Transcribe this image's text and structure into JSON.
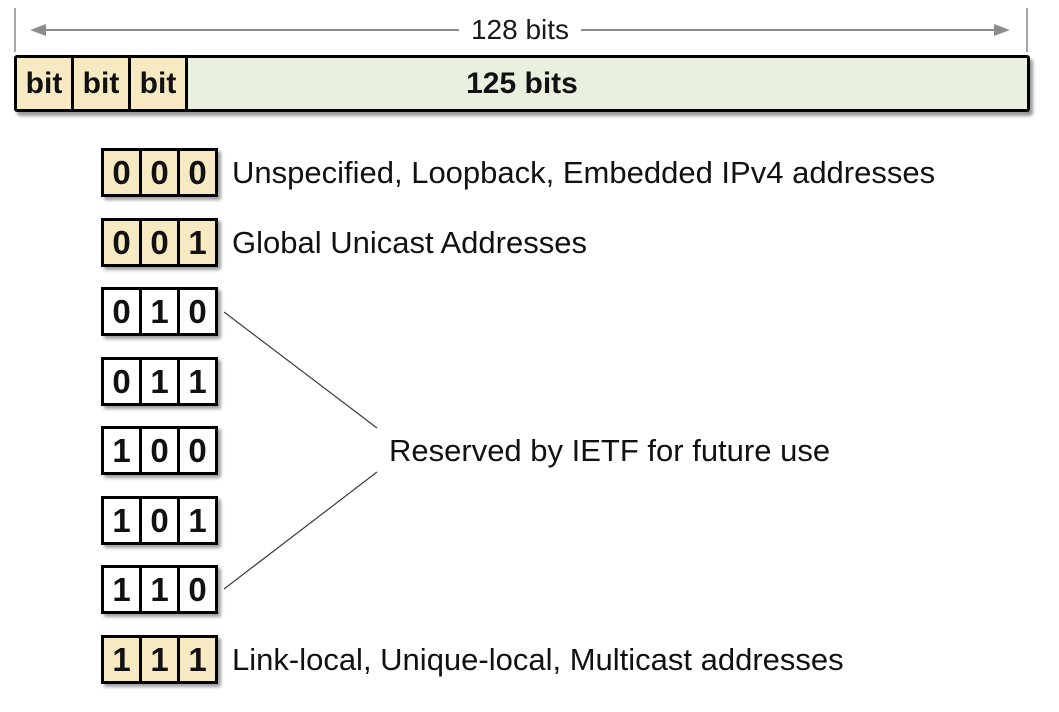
{
  "measure": {
    "label": "128 bits"
  },
  "header_bar": {
    "bit_cells": [
      "bit",
      "bit",
      "bit"
    ],
    "body_label": "125 bits"
  },
  "rows": [
    {
      "bits": [
        "0",
        "0",
        "0"
      ],
      "label": "Unspecified, Loopback, Embedded IPv4 addresses",
      "highlight": true
    },
    {
      "bits": [
        "0",
        "0",
        "1"
      ],
      "label": "Global Unicast Addresses",
      "highlight": true
    },
    {
      "bits": [
        "0",
        "1",
        "0"
      ],
      "label": "",
      "highlight": false
    },
    {
      "bits": [
        "0",
        "1",
        "1"
      ],
      "label": "",
      "highlight": false
    },
    {
      "bits": [
        "1",
        "0",
        "0"
      ],
      "label": "",
      "highlight": false
    },
    {
      "bits": [
        "1",
        "0",
        "1"
      ],
      "label": "",
      "highlight": false
    },
    {
      "bits": [
        "1",
        "1",
        "0"
      ],
      "label": "",
      "highlight": false
    },
    {
      "bits": [
        "1",
        "1",
        "1"
      ],
      "label": "Link-local, Unique-local, Multicast addresses",
      "highlight": true
    }
  ],
  "reserved_label": "Reserved by IETF for future use",
  "colors": {
    "cream": "#f7eac3",
    "green": "#e9f0e0",
    "box_border": "#000000",
    "arrow": "#8c8c8c",
    "tick": "#a8a8a8",
    "connector": "#3c3c3c"
  }
}
